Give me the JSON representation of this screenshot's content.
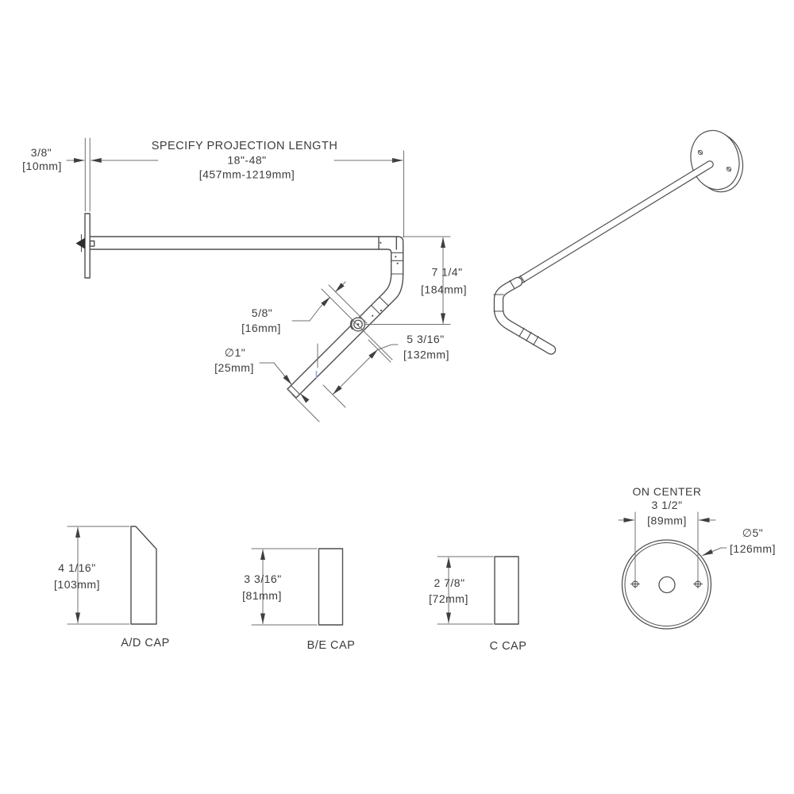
{
  "main_view": {
    "wall_plate_thickness": {
      "inches": "3/8\"",
      "mm": "[10mm]"
    },
    "projection": {
      "label": "SPECIFY PROJECTION LENGTH",
      "inches": "18\"-48\"",
      "mm": "[457mm-1219mm]"
    },
    "drop": {
      "inches": "7 1/4\"",
      "mm": "[184mm]"
    },
    "pivot_offset": {
      "inches": "5/8\"",
      "mm": "[16mm]"
    },
    "tube_diameter": {
      "inches": "∅1\"",
      "mm": "[25mm]"
    },
    "handle_section": {
      "inches": "5 3/16\"",
      "mm": "[132mm]"
    }
  },
  "caps": [
    {
      "label": "A/D CAP",
      "inches": "4 1/16\"",
      "mm": "[103mm]"
    },
    {
      "label": "B/E CAP",
      "inches": "3 3/16\"",
      "mm": "[81mm]"
    },
    {
      "label": "C CAP",
      "inches": "2 7/8\"",
      "mm": "[72mm]"
    }
  ],
  "flange_view": {
    "on_center": {
      "label": "ON CENTER",
      "inches": "3 1/2\"",
      "mm": "[89mm]"
    },
    "diameter": {
      "inches": "∅5\"",
      "mm": "[126mm]"
    }
  },
  "colors": {
    "object_line": "#4f4f4f",
    "dimension_line": "#707070",
    "text": "#3c3c3c",
    "highlight_tick": "#8fa8dc",
    "background": "#ffffff"
  }
}
